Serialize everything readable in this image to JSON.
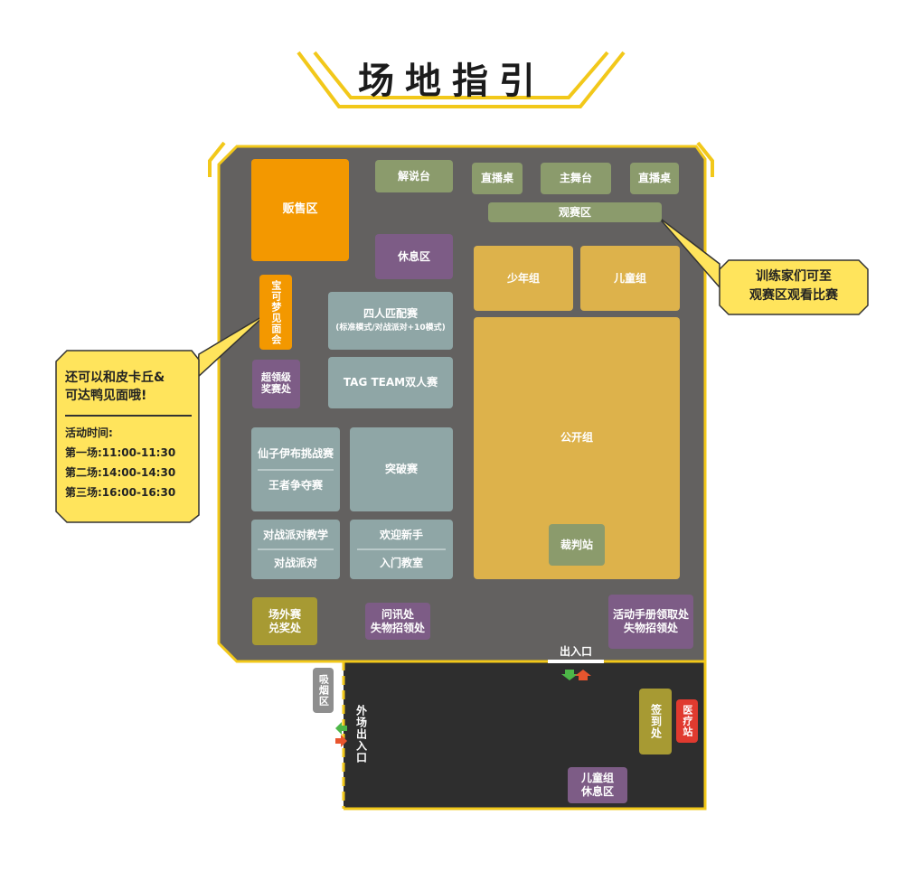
{
  "title": "场地指引",
  "colors": {
    "frame_yellow": "#F2C81A",
    "hall_gray": "#636160",
    "outdoor_dark": "#2E2E2E",
    "orange": "#F39800",
    "olive_green": "#8B9B6C",
    "purple": "#7D5C86",
    "teal_gray": "#8FA6A6",
    "gold": "#DDB24B",
    "mustard": "#A79A33",
    "red": "#E03A2F",
    "smoke_gray": "#8E8E8E",
    "callout_yellow": "#FFE45C"
  },
  "zones": {
    "sales": "贩售区",
    "commentary": "解说台",
    "live_desk_left": "直播桌",
    "main_stage": "主舞台",
    "live_desk_right": "直播桌",
    "viewing": "观赛区",
    "rest": "休息区",
    "junior": "少年组",
    "children": "儿童组",
    "pokemon_meet": "宝可梦见面会",
    "four_player_title": "四人匹配赛",
    "four_player_sub": "(标准模式/对战派对+10模式)",
    "super_league_prize": "超领级奖赛处",
    "tag_team": "TAG TEAM双人赛",
    "open_division": "公开组",
    "eevee_challenge": "仙子伊布挑战赛",
    "king_contest": "王者争夺赛",
    "breakthrough": "突破赛",
    "battle_party_teaching": "对战派对教学",
    "battle_party": "对战派对",
    "welcome_newbie": "欢迎新手",
    "intro_classroom": "入门教室",
    "referee": "裁判站",
    "outdoor_prize_1": "场外赛",
    "outdoor_prize_2": "兑奖处",
    "info_desk_1": "问讯处",
    "info_desk_2": "失物招领处",
    "handbook_1": "活动手册领取处",
    "handbook_2": "失物招领处",
    "entrance": "出入口",
    "smoking": "吸烟区",
    "outdoor_entrance": "外场出入口",
    "checkin": "签到处",
    "medical": "医疗站",
    "children_rest_1": "儿童组",
    "children_rest_2": "休息区"
  },
  "callouts": {
    "left_headline_1": "还可以和皮卡丘&",
    "left_headline_2": "可达鸭见面哦!",
    "schedule_label": "活动时间:",
    "session_1": "第一场:11:00-11:30",
    "session_2": "第二场:14:00-14:30",
    "session_3": "第三场:16:00-16:30",
    "right_line_1": "训练家们可至",
    "right_line_2": "观赛区观看比赛"
  }
}
